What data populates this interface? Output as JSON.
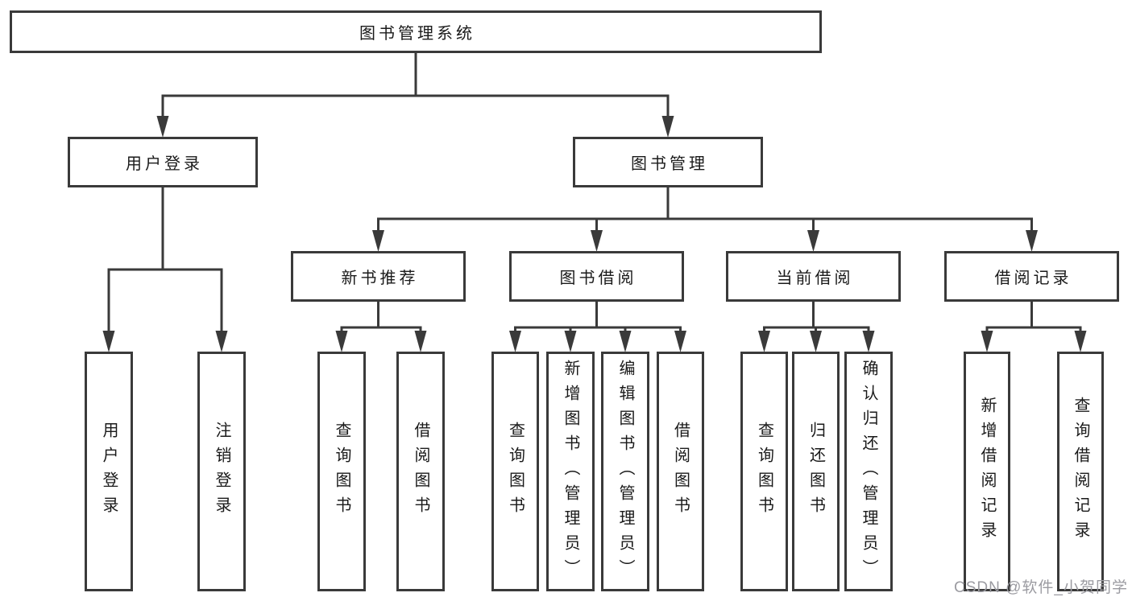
{
  "diagram_title": "图书管理系统",
  "watermark": {
    "text": "CSDN @软件_小贺同学"
  },
  "colors": {
    "line": "#3a3a3a",
    "text": "#1a1a1a",
    "watermark": "#9b9ba1",
    "background": "#ffffff"
  },
  "nodes": [
    {
      "id": "root",
      "label": "图书管理系统",
      "parent": null,
      "orientation": "horizontal"
    },
    {
      "id": "login",
      "label": "用户登录",
      "parent": "root",
      "orientation": "horizontal"
    },
    {
      "id": "mgmt",
      "label": "图书管理",
      "parent": "root",
      "orientation": "horizontal"
    },
    {
      "id": "l_login",
      "label": "用户登录",
      "parent": "login",
      "orientation": "vertical"
    },
    {
      "id": "l_logout",
      "label": "注销登录",
      "parent": "login",
      "orientation": "vertical"
    },
    {
      "id": "rec",
      "label": "新书推荐",
      "parent": "mgmt",
      "orientation": "horizontal"
    },
    {
      "id": "l_rec_q",
      "label": "查询图书",
      "parent": "rec",
      "orientation": "vertical"
    },
    {
      "id": "l_rec_b",
      "label": "借阅图书",
      "parent": "rec",
      "orientation": "vertical"
    },
    {
      "id": "bor",
      "label": "图书借阅",
      "parent": "mgmt",
      "orientation": "horizontal"
    },
    {
      "id": "l_bor_q",
      "label": "查询图书",
      "parent": "bor",
      "orientation": "vertical"
    },
    {
      "id": "l_bor_a",
      "label": "新增图书（管理员）",
      "parent": "bor",
      "orientation": "vertical"
    },
    {
      "id": "l_bor_e",
      "label": "编辑图书（管理员）",
      "parent": "bor",
      "orientation": "vertical"
    },
    {
      "id": "l_bor_b",
      "label": "借阅图书",
      "parent": "bor",
      "orientation": "vertical"
    },
    {
      "id": "cur",
      "label": "当前借阅",
      "parent": "mgmt",
      "orientation": "horizontal"
    },
    {
      "id": "l_cur_q",
      "label": "查询图书",
      "parent": "cur",
      "orientation": "vertical"
    },
    {
      "id": "l_cur_r",
      "label": "归还图书",
      "parent": "cur",
      "orientation": "vertical"
    },
    {
      "id": "l_cur_c",
      "label": "确认归还（管理员）",
      "parent": "cur",
      "orientation": "vertical"
    },
    {
      "id": "recd",
      "label": "借阅记录",
      "parent": "mgmt",
      "orientation": "horizontal"
    },
    {
      "id": "l_recd_a",
      "label": "新增借阅记录",
      "parent": "recd",
      "orientation": "vertical"
    },
    {
      "id": "l_recd_q",
      "label": "查询借阅记录",
      "parent": "recd",
      "orientation": "vertical"
    }
  ]
}
